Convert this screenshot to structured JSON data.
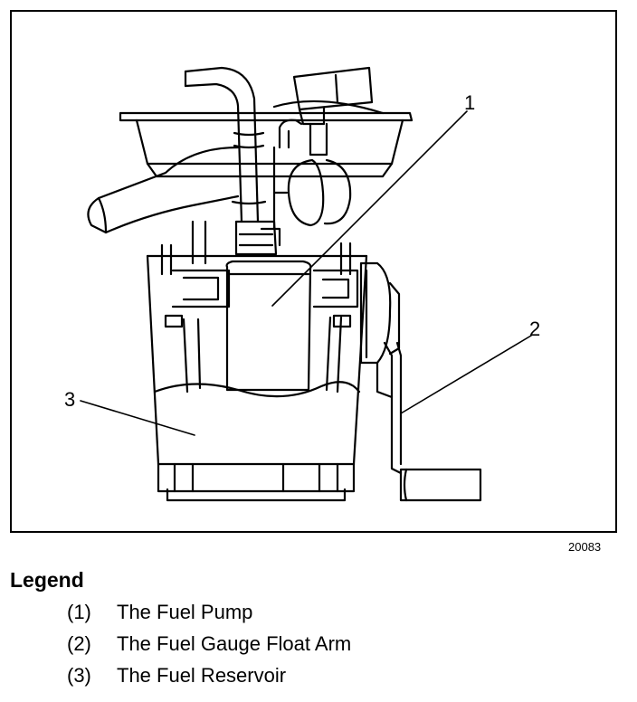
{
  "figure_id": "20083",
  "callouts": [
    {
      "number": "1"
    },
    {
      "number": "2"
    },
    {
      "number": "3"
    }
  ],
  "legend": {
    "title": "Legend",
    "items": [
      {
        "number": "(1)",
        "label": "The Fuel Pump"
      },
      {
        "number": "(2)",
        "label": "The Fuel Gauge Float Arm"
      },
      {
        "number": "(3)",
        "label": "The Fuel Reservoir"
      }
    ]
  }
}
